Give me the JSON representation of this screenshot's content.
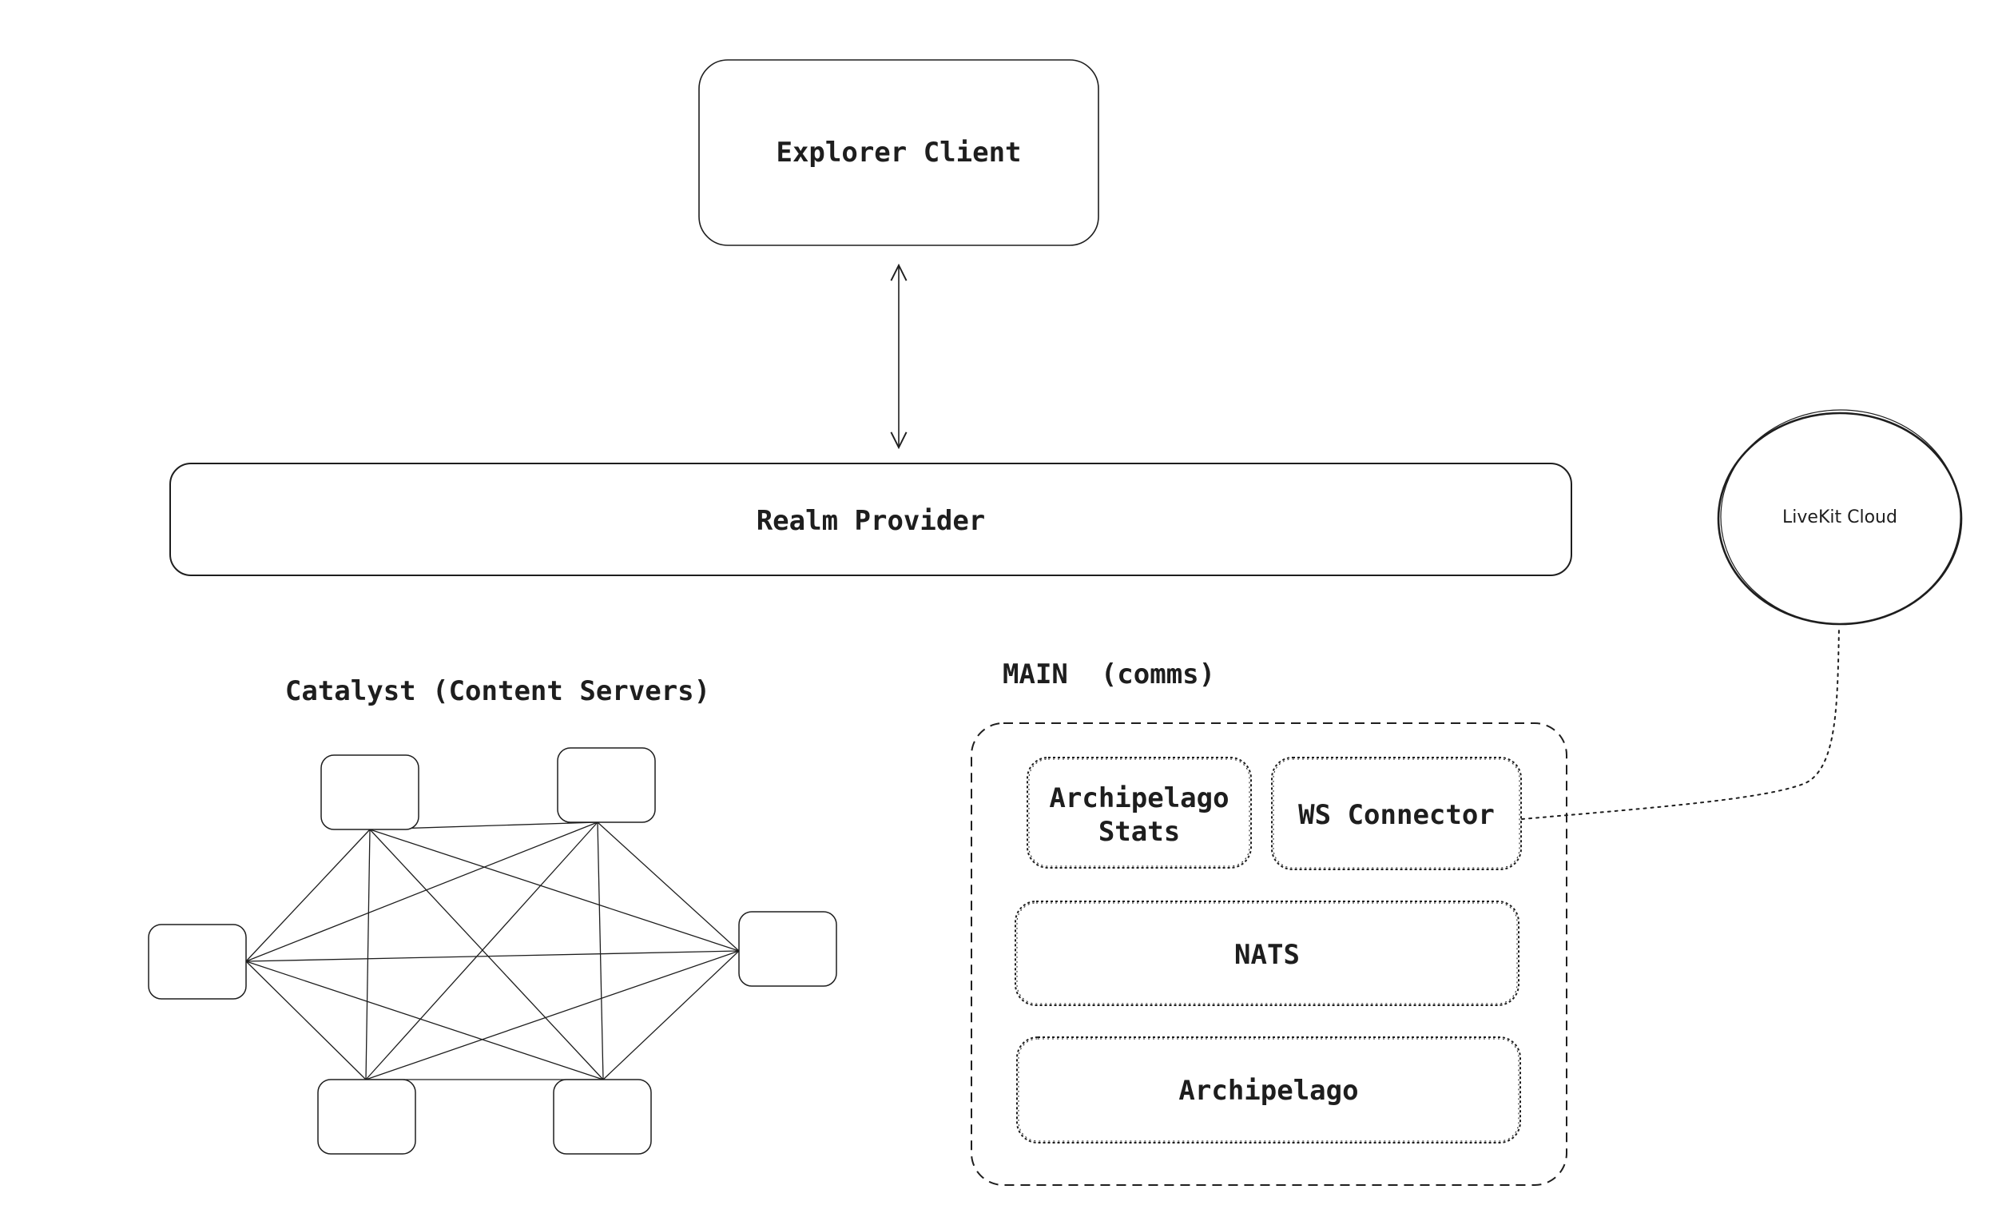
{
  "nodes": {
    "explorer_client": "Explorer Client",
    "realm_provider": "Realm Provider",
    "livekit_cloud": "LiveKit Cloud"
  },
  "catalyst": {
    "title": "Catalyst (Content Servers)",
    "server_count": 6
  },
  "main": {
    "title": "MAIN  (comms)",
    "archipelago_stats_line1": "Archipelago",
    "archipelago_stats_line2": "Stats",
    "ws_connector": "WS Connector",
    "nats": "NATS",
    "archipelago": "Archipelago"
  },
  "colors": {
    "stroke": "#1e1e1e",
    "background": "#ffffff"
  }
}
